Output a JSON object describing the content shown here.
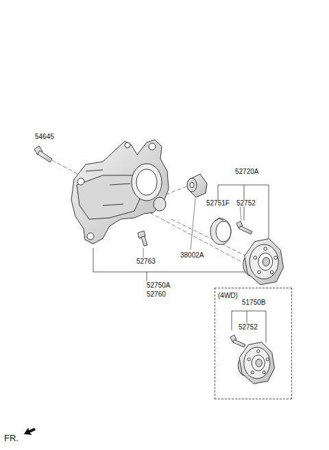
{
  "diagram": {
    "nodes": [
      {
        "text": [
          "(4WD)"
        ]
      }
    ],
    "labels": [
      "54645",
      "52720A",
      "52751F",
      "52752",
      "38002A",
      "52763",
      "52750A",
      "52760",
      "51750B",
      "52752",
      "FR."
    ]
  }
}
